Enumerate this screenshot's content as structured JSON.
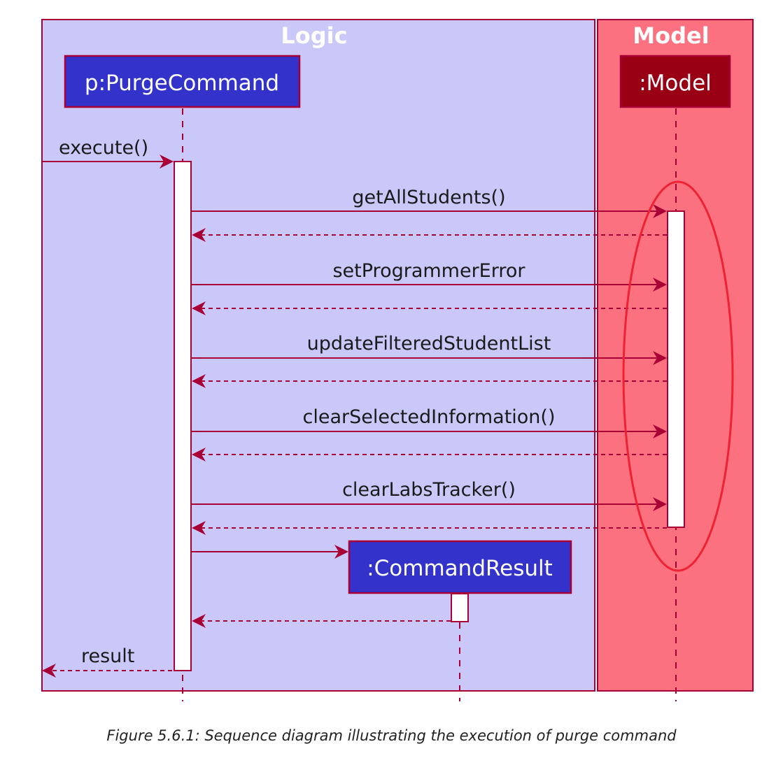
{
  "packages": {
    "logic": {
      "title": "Logic"
    },
    "model": {
      "title": "Model"
    }
  },
  "participants": {
    "purge_command": {
      "label": "p:PurgeCommand"
    },
    "model": {
      "label": ":Model"
    },
    "command_result": {
      "label": ":CommandResult"
    }
  },
  "messages": {
    "execute": {
      "label": "execute()"
    },
    "get_all_students": {
      "label": "getAllStudents()"
    },
    "set_programmer_error": {
      "label": "setProgrammerError"
    },
    "update_filtered_student_list": {
      "label": "updateFilteredStudentList"
    },
    "clear_selected_information": {
      "label": "clearSelectedInformation()"
    },
    "clear_labs_tracker": {
      "label": "clearLabsTracker()"
    },
    "result": {
      "label": "result"
    }
  },
  "caption": "Figure 5.6.1: Sequence diagram illustrating the execution of purge command",
  "colors": {
    "logic_fill": "#c9c8f8",
    "model_fill": "#fb717f",
    "border": "#a80036",
    "participant_blue": "#3333cc",
    "participant_dark_red": "#990014",
    "highlight_ellipse": "#ee2233"
  }
}
